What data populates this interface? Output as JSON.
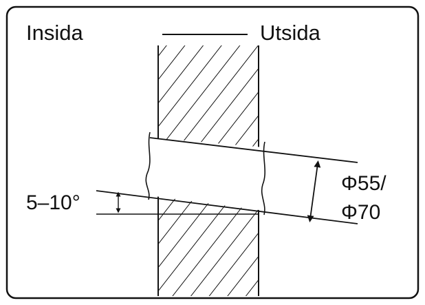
{
  "labels": {
    "inside": "Insida",
    "outside": "Utsida",
    "angle": "5–10°",
    "diameter_line1": "Φ55/",
    "diameter_line2": "Φ70"
  },
  "colors": {
    "line": "#111111",
    "background": "#ffffff"
  }
}
